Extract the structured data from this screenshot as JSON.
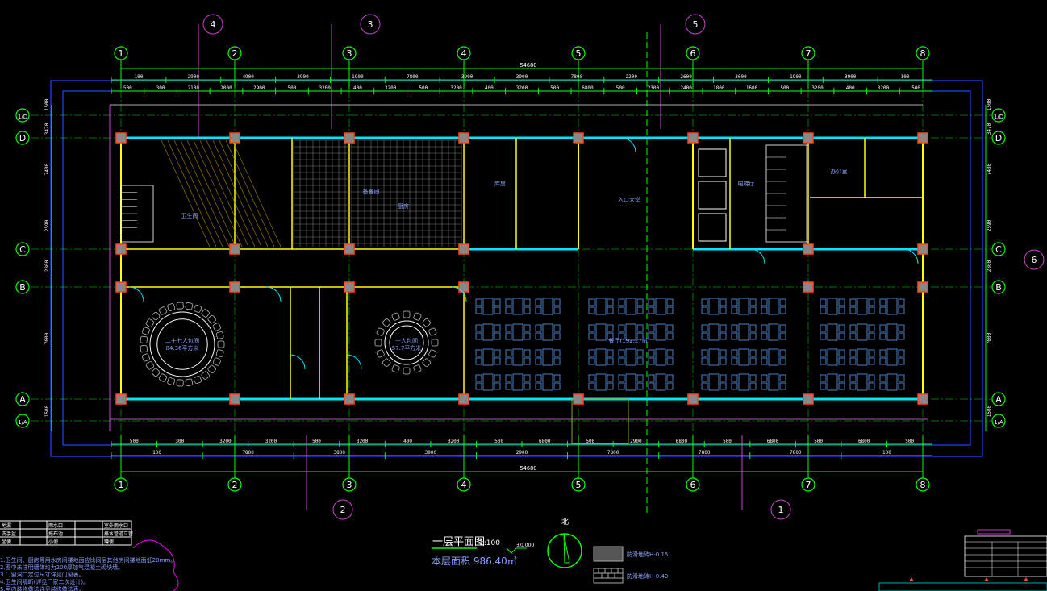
{
  "drawing": {
    "title": "一层平面图",
    "scale": "1:100",
    "area_label": "本层面积 986.40㎡",
    "north_label": "北",
    "elevation_mark": "±0.000",
    "overall_dim": "54680",
    "axes_x": [
      "1",
      "2",
      "3",
      "4",
      "5",
      "6",
      "7",
      "8"
    ],
    "axes_y": [
      "1/D",
      "D",
      "C",
      "B",
      "A",
      "1/A"
    ],
    "section_marks": [
      "4",
      "3",
      "5",
      "2",
      "1",
      "6"
    ],
    "top_dims_1": [
      "100",
      "2900",
      "4900",
      "3900",
      "1900",
      "7800",
      "3900",
      "3900",
      "7800",
      "2200",
      "2600",
      "3000",
      "1900",
      "3900",
      "100"
    ],
    "top_dims_2": [
      "500",
      "300",
      "2100",
      "2000",
      "2900",
      "500",
      "3200",
      "400",
      "3200",
      "500",
      "3200",
      "400",
      "3200",
      "500",
      "6800",
      "500",
      "2300",
      "2400",
      "1800",
      "1600",
      "500",
      "3200",
      "400",
      "3200",
      "500"
    ],
    "bottom_dims_1": [
      "500",
      "300",
      "3200",
      "3200",
      "500",
      "3200",
      "400",
      "3200",
      "500",
      "6800",
      "500",
      "2900",
      "6800",
      "500",
      "6800",
      "500",
      "6800",
      "500"
    ],
    "bottom_dims_2": [
      "100",
      "7800",
      "3800",
      "3900",
      "2900",
      "7800",
      "7800",
      "7800",
      "100"
    ],
    "left_dims": [
      "1500",
      "3470",
      "7400",
      "2590",
      "2800",
      "7600",
      "1500"
    ],
    "rooms": [
      {
        "name": "二十七人包间",
        "area": "84.36平方米"
      },
      {
        "name": "十人包间",
        "area": "57.7平方米"
      },
      {
        "name": "餐厅(192.27㎡)",
        "area": ""
      },
      {
        "name": "入口大堂",
        "area": ""
      },
      {
        "name": "厨房",
        "area": ""
      },
      {
        "name": "备餐间",
        "area": ""
      },
      {
        "name": "电梯厅",
        "area": ""
      },
      {
        "name": "办公室",
        "area": ""
      },
      {
        "name": "卫生间",
        "area": ""
      },
      {
        "name": "库房",
        "area": ""
      }
    ],
    "legend_rows": [
      [
        "地漏",
        "",
        "雨水口",
        "",
        "室外雨水口"
      ],
      [
        "洗手盆",
        "",
        "拖布池",
        "",
        "排水管道立管"
      ],
      [
        "坐便",
        "",
        "小便",
        "",
        "蹲便"
      ]
    ],
    "hatch_legend": [
      "防滑地砖H-0.15",
      "防滑地砖H-0.40"
    ],
    "notes": [
      "1.卫生间、厨房等用水房间楼地面应比同层其他房间楼地面低20mm。",
      "2.图中未注明墙体均为200厚加气混凝土砌块墙。",
      "3.门窗洞口定位尺寸详见门窗表。",
      "4.卫生间隔断(详见厂家二次设计)。",
      "5.室内装修做法详见装修做法表。"
    ]
  }
}
